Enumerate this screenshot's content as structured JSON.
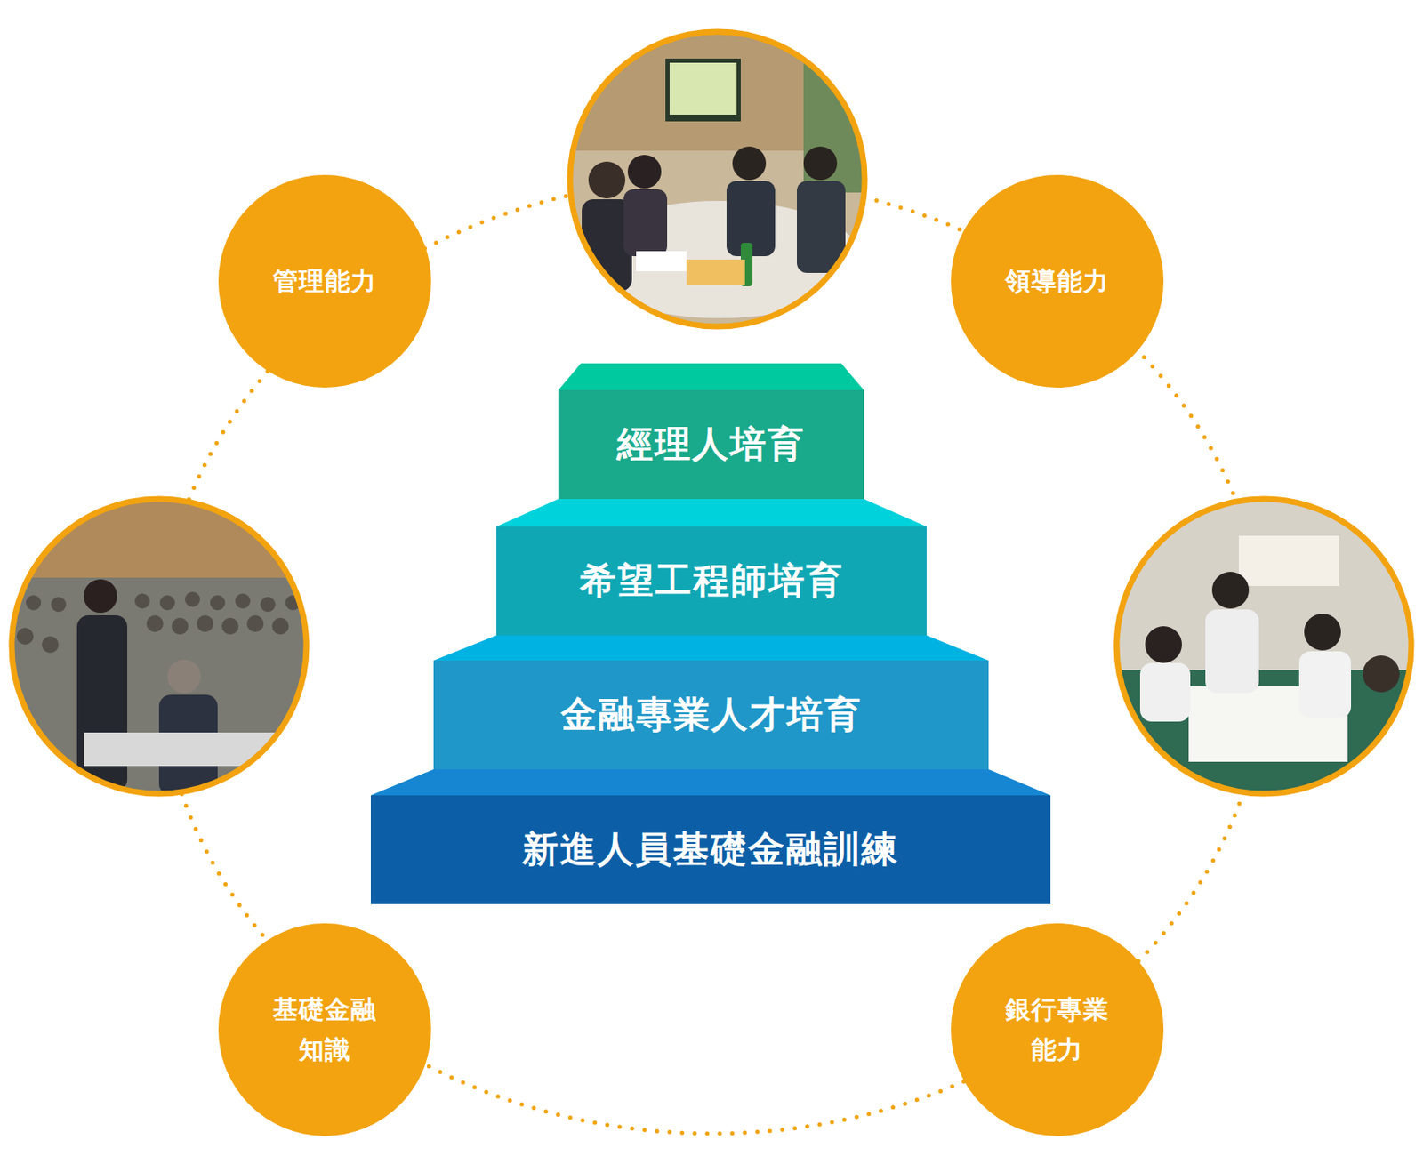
{
  "diagram": {
    "nodes": [
      {
        "text": [
          "管理能力"
        ]
      },
      {
        "text": [
          "領導能力"
        ]
      },
      {
        "text": [
          "經理人培育"
        ]
      },
      {
        "text": [
          "希望工程師培育"
        ]
      },
      {
        "text": [
          "金融專業人才培育"
        ]
      },
      {
        "text": [
          "新進人員基礎金融訓練"
        ]
      },
      {
        "text": [
          "基礎金融 知識"
        ]
      },
      {
        "text": [
          "銀行專業 能力"
        ]
      }
    ]
  }
}
